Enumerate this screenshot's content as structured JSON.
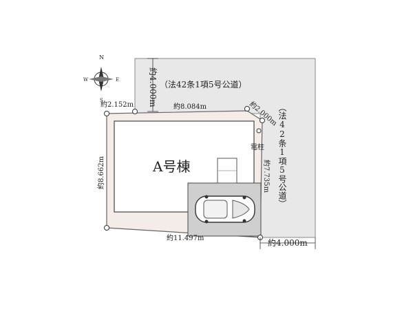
{
  "compass": {
    "north": "N",
    "south": "S",
    "east": "E",
    "west": "W"
  },
  "building": {
    "label": "A号棟"
  },
  "roads": {
    "north": "（法42条1項5号公道）",
    "east": "（法42条1項5号公道）"
  },
  "dimensions": {
    "top_left": "約2.152m",
    "top_mid": "約8.084m",
    "corner_cut": "約2.000m",
    "left_side": "約8.662m",
    "right_side": "約7.735m",
    "bottom": "約11.497m",
    "road_north_width": "約4.000m",
    "road_east_width": "約4.000m"
  },
  "pole": {
    "label": "電柱"
  },
  "colors": {
    "road": "#e8e8e8",
    "lot": "#f4ece8",
    "parking": "#cfcfcf",
    "outline": "#666666"
  }
}
